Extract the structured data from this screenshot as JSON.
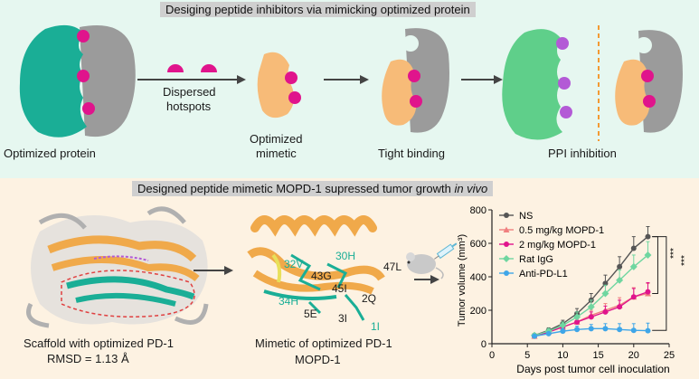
{
  "top_banner": "Desiging peptide inhibitors via mimicking optimized protein",
  "bottom_banner_pre": "Designed peptide mimetic MOPD-1 supressed tumor growth ",
  "bottom_banner_italic": "in vivo",
  "steps": {
    "optimized_protein": "Optimized protein",
    "dispersed_line1": "Dispersed",
    "dispersed_line2": "hotspots",
    "mimetic_line1": "Optimized",
    "mimetic_line2": "mimetic",
    "tight_binding": "Tight binding",
    "ppi_inhibition": "PPI inhibition"
  },
  "scaffold_caption": {
    "line1": "Scaffold with optimized PD-1",
    "line2": "RMSD = 1.13 Å"
  },
  "mimetic_caption": {
    "line1": "Mimetic of optimized PD-1",
    "line2": "MOPD-1"
  },
  "residue_labels": [
    "32V",
    "30H",
    "43G",
    "47L",
    "45I",
    "34H",
    "5E",
    "3I",
    "2Q",
    "1I"
  ],
  "colors": {
    "teal": "#1aae96",
    "gray": "#9b9b9b",
    "magenta": "#e0148c",
    "peach": "#f7bb78",
    "green": "#5fcf8a",
    "purple": "#b35ad6",
    "orange_dash": "#f39a33"
  },
  "chart_data": {
    "type": "line",
    "title": "",
    "xlabel": "Days post tumor cell inoculation",
    "ylabel": "Tumor volume (mm³)",
    "xlim": [
      0,
      25
    ],
    "ylim": [
      0,
      800
    ],
    "xticks": [
      0,
      5,
      10,
      15,
      20,
      25
    ],
    "yticks": [
      0,
      200,
      400,
      600,
      800
    ],
    "legend_position": "top-left",
    "significance": [
      "***",
      "***"
    ],
    "series": [
      {
        "name": "NS",
        "color": "#555555",
        "marker": "circle",
        "x": [
          6,
          8,
          10,
          12,
          14,
          16,
          18,
          20,
          22
        ],
        "y": [
          50,
          80,
          120,
          180,
          260,
          360,
          460,
          570,
          640
        ],
        "err": [
          10,
          15,
          20,
          30,
          40,
          50,
          60,
          70,
          60
        ]
      },
      {
        "name": "0.5 mg/kg MOPD-1",
        "color": "#f07f7f",
        "marker": "triangle",
        "x": [
          6,
          8,
          10,
          12,
          14,
          16,
          18,
          20,
          22
        ],
        "y": [
          45,
          70,
          100,
          130,
          170,
          200,
          230,
          280,
          300
        ],
        "err": [
          8,
          12,
          18,
          25,
          30,
          40,
          45,
          55,
          60
        ]
      },
      {
        "name": "2 mg/kg MOPD-1",
        "color": "#e0148c",
        "marker": "circle",
        "x": [
          6,
          8,
          10,
          12,
          14,
          16,
          18,
          20,
          22
        ],
        "y": [
          45,
          70,
          100,
          130,
          160,
          190,
          220,
          280,
          310
        ],
        "err": [
          8,
          12,
          15,
          20,
          30,
          35,
          40,
          50,
          55
        ]
      },
      {
        "name": "Rat IgG",
        "color": "#6fd6a0",
        "marker": "diamond",
        "x": [
          6,
          8,
          10,
          12,
          14,
          16,
          18,
          20,
          22
        ],
        "y": [
          50,
          75,
          110,
          160,
          220,
          300,
          380,
          460,
          530
        ],
        "err": [
          10,
          15,
          20,
          30,
          40,
          50,
          60,
          70,
          80
        ]
      },
      {
        "name": "Anti-PD-L1",
        "color": "#3fa6e8",
        "marker": "circle",
        "x": [
          6,
          8,
          10,
          12,
          14,
          16,
          18,
          20,
          22
        ],
        "y": [
          45,
          60,
          75,
          85,
          90,
          90,
          85,
          80,
          78
        ],
        "err": [
          8,
          10,
          15,
          20,
          25,
          30,
          35,
          40,
          45
        ]
      }
    ]
  }
}
